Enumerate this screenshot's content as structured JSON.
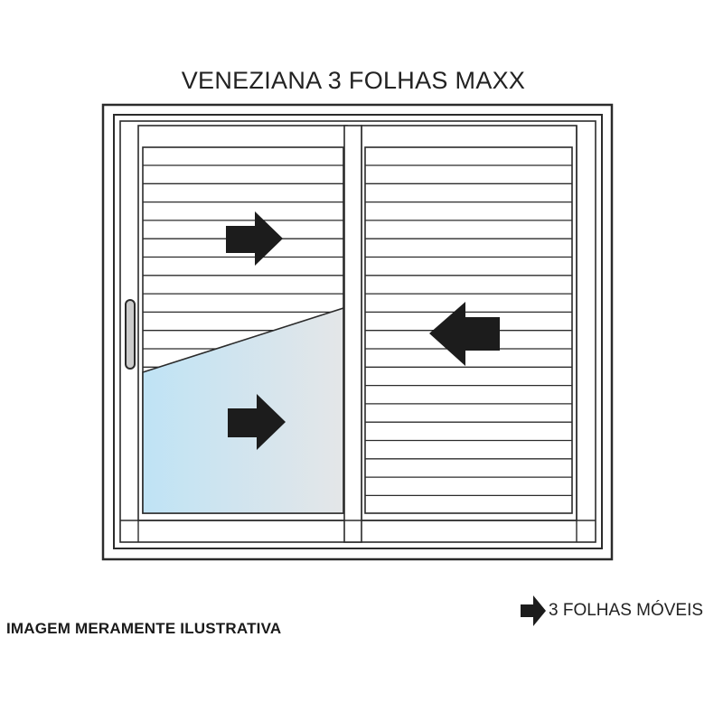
{
  "title": "VENEZIANA 3 FOLHAS MAXX",
  "disclaimer": "IMAGEM MERAMENTE ILUSTRATIVA",
  "legend": {
    "label": "3 FOLHAS MÓVEIS",
    "icon": "arrow-right-icon"
  },
  "colors": {
    "stroke": "#2b2b2b",
    "glass_left": "#bfe3f5",
    "glass_right": "#e4e6e8",
    "arrow": "#1c1c1c"
  },
  "leaves": [
    {
      "name": "left-shutter-leaf",
      "movement": "right",
      "kind": "louvered"
    },
    {
      "name": "glass-leaf",
      "movement": "right",
      "kind": "glass"
    },
    {
      "name": "right-shutter-leaf",
      "movement": "left",
      "kind": "louvered"
    }
  ]
}
